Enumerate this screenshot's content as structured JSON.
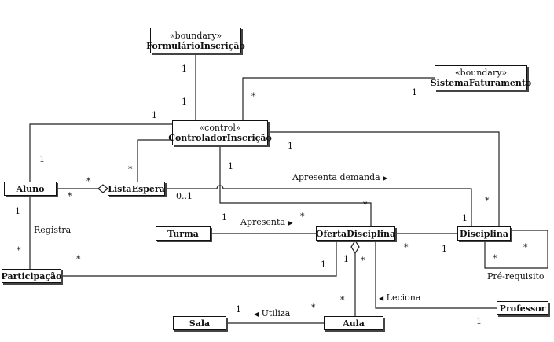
{
  "classes": {
    "formulario": {
      "stereotype": "«boundary»",
      "name": "FormulárioInscrição"
    },
    "faturamento": {
      "stereotype": "«boundary»",
      "name": "SistemaFaturamento"
    },
    "controlador": {
      "stereotype": "«control»",
      "name": "ControladorInscrição"
    },
    "aluno": {
      "name": "Aluno"
    },
    "lista_espera": {
      "name": "ListaEspera"
    },
    "turma": {
      "name": "Turma"
    },
    "oferta": {
      "name": "OfertaDisciplina"
    },
    "disciplina": {
      "name": "Disciplina"
    },
    "participacao": {
      "name": "Participação"
    },
    "sala": {
      "name": "Sala"
    },
    "aula": {
      "name": "Aula"
    },
    "professor": {
      "name": "Professor"
    }
  },
  "associations": {
    "apresenta_demanda": "Apresenta demanda",
    "apresenta": "Apresenta",
    "registra": "Registra",
    "leciona": "Leciona",
    "utiliza": "Utiliza",
    "pre_requisito": "Pré-requisito"
  },
  "arrows": {
    "right": "▶",
    "left": "◀"
  },
  "multiplicities": {
    "one": "1",
    "many": "*",
    "zero_one": "0..1"
  }
}
